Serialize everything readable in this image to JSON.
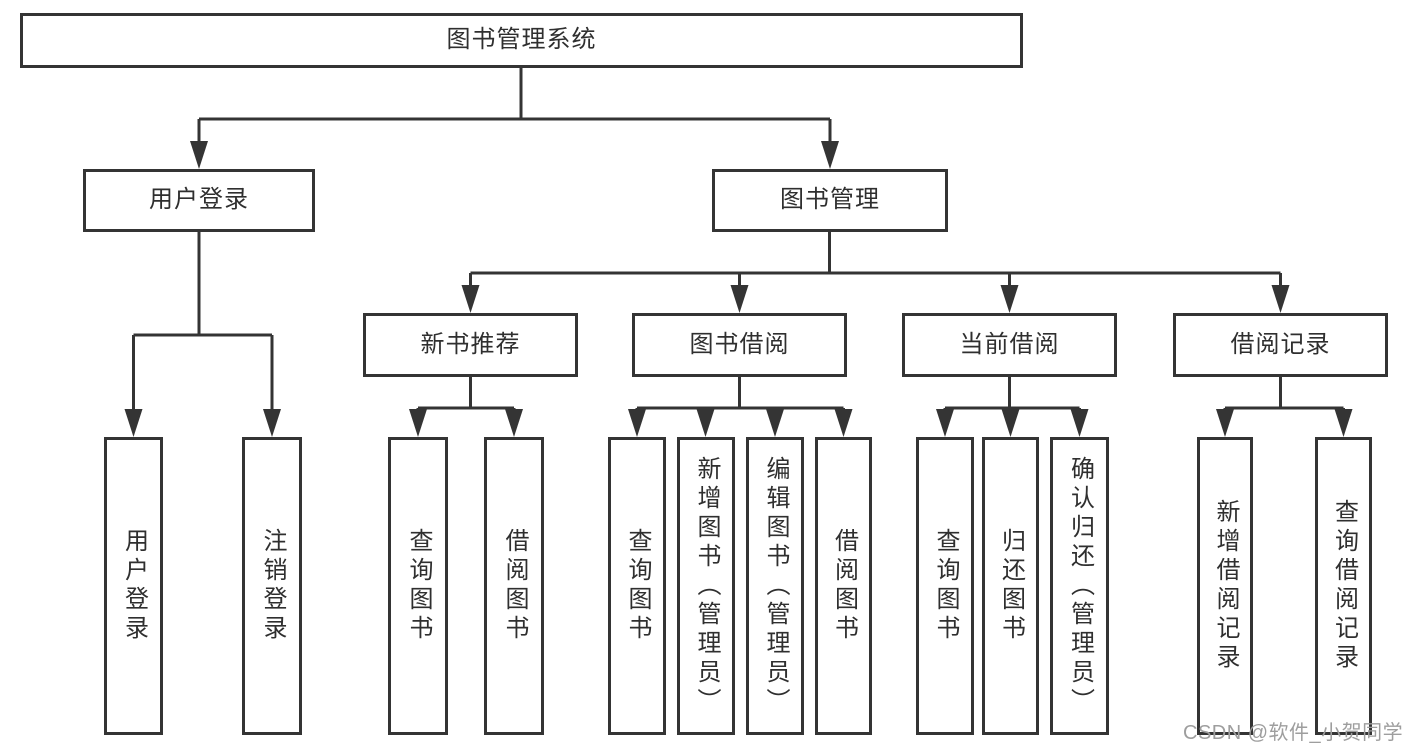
{
  "diagram": {
    "title": "图书管理系统",
    "branches": {
      "user_login": {
        "label": "用户登录",
        "children": [
          "用户登录",
          "注销登录"
        ]
      },
      "book_management": {
        "label": "图书管理",
        "sections": {
          "new_book_recommend": {
            "label": "新书推荐",
            "children": [
              "查询图书",
              "借阅图书"
            ]
          },
          "book_borrow": {
            "label": "图书借阅",
            "children": [
              "查询图书",
              "新增图书（管理员）",
              "编辑图书（管理员）",
              "借阅图书"
            ]
          },
          "current_borrow": {
            "label": "当前借阅",
            "children": [
              "查询图书",
              "归还图书",
              "确认归还（管理员）"
            ]
          },
          "borrow_records": {
            "label": "借阅记录",
            "children": [
              "新增借阅记录",
              "查询借阅记录"
            ]
          }
        }
      }
    }
  },
  "watermark": "CSDN @软件_小贺同学",
  "colors": {
    "line": "#343434",
    "text": "#2f2f2f",
    "background": "#ffffff",
    "watermark": "#9e9e9e"
  }
}
